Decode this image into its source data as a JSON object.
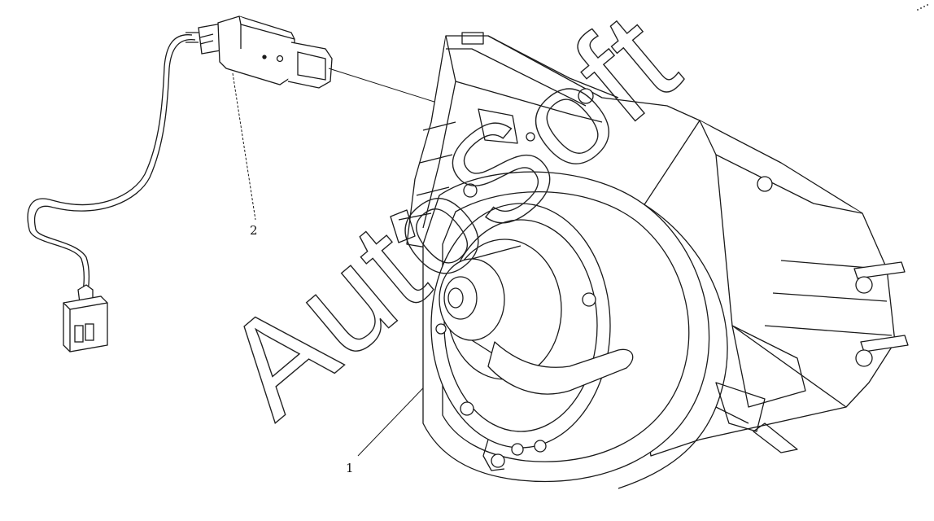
{
  "diagram": {
    "callouts": [
      {
        "id": "1",
        "label": "1"
      },
      {
        "id": "2",
        "label": "2"
      }
    ],
    "watermark": "AutoSoft",
    "colors": {
      "line": "#1a1a1a",
      "background": "#ffffff",
      "watermark_outline": "#222222"
    }
  }
}
